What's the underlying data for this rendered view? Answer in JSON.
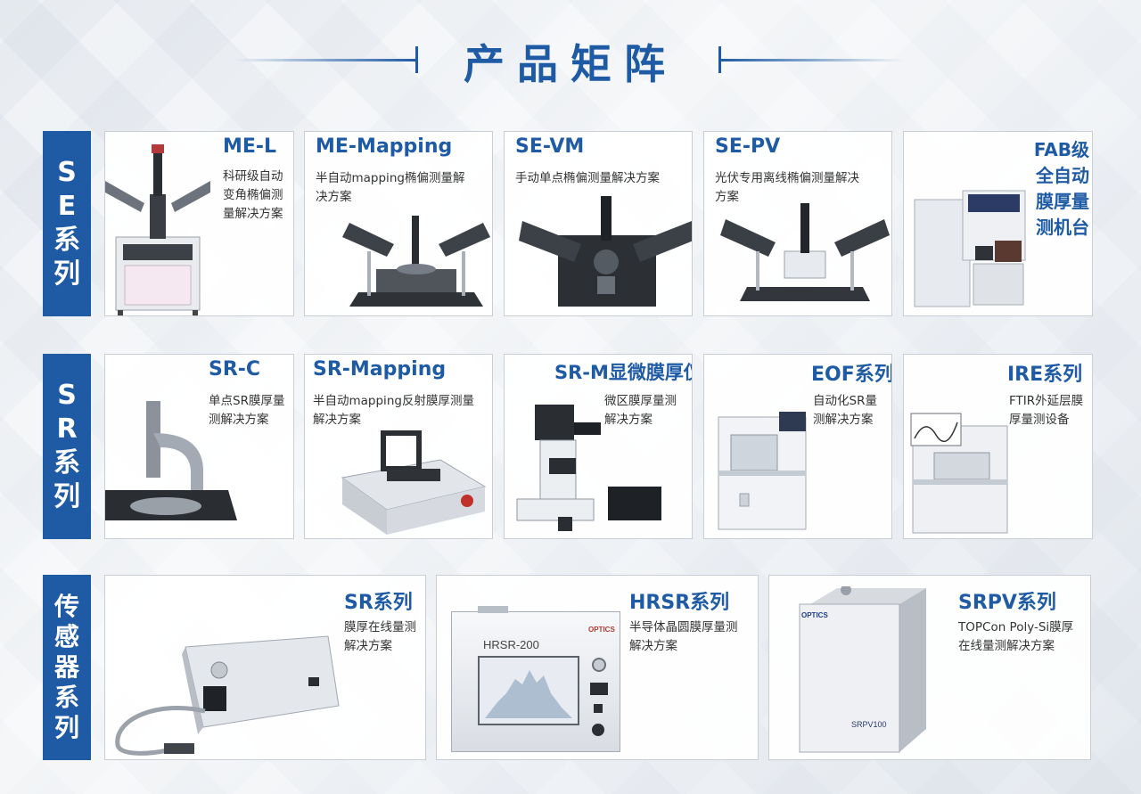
{
  "page_title": "产品矩阵",
  "rows": [
    {
      "label": "SE系列",
      "products": [
        {
          "name": "ME-L",
          "desc": "科研级自动变角椭偏测量解决方案"
        },
        {
          "name": "ME-Mapping",
          "desc": "半自动mapping椭偏测量解决方案"
        },
        {
          "name": "SE-VM",
          "desc": "手动单点椭偏测量解决方案"
        },
        {
          "name": "SE-PV",
          "desc": "光伏专用离线椭偏测量解决方案"
        },
        {
          "name": "FAB级全自动膜厚量测机台",
          "desc": ""
        }
      ]
    },
    {
      "label": "SR系列",
      "products": [
        {
          "name": "SR-C",
          "desc": "单点SR膜厚量测解决方案"
        },
        {
          "name": "SR-Mapping",
          "desc": "半自动mapping反射膜厚测量解决方案"
        },
        {
          "name": "SR-M显微膜厚仪",
          "desc": "微区膜厚量测解决方案"
        },
        {
          "name": "EOF系列",
          "desc": "自动化SR量测解决方案"
        },
        {
          "name": "IRE系列",
          "desc": "FTIR外延层膜厚量测设备"
        }
      ]
    },
    {
      "label": "传感器系列",
      "products": [
        {
          "name": "SR系列",
          "desc": "膜厚在线量测解决方案"
        },
        {
          "name": "HRSR系列",
          "desc": "半导体晶圆膜厚量测解决方案"
        },
        {
          "name": "SRPV系列",
          "desc": "TOPCon Poly-Si膜厚在线量测解决方案"
        }
      ]
    }
  ],
  "device_text": {
    "hrsr_screen_label": "HRSR-200",
    "srpv_model_label": "SRPV100",
    "brand_logo": "OPTICS"
  }
}
